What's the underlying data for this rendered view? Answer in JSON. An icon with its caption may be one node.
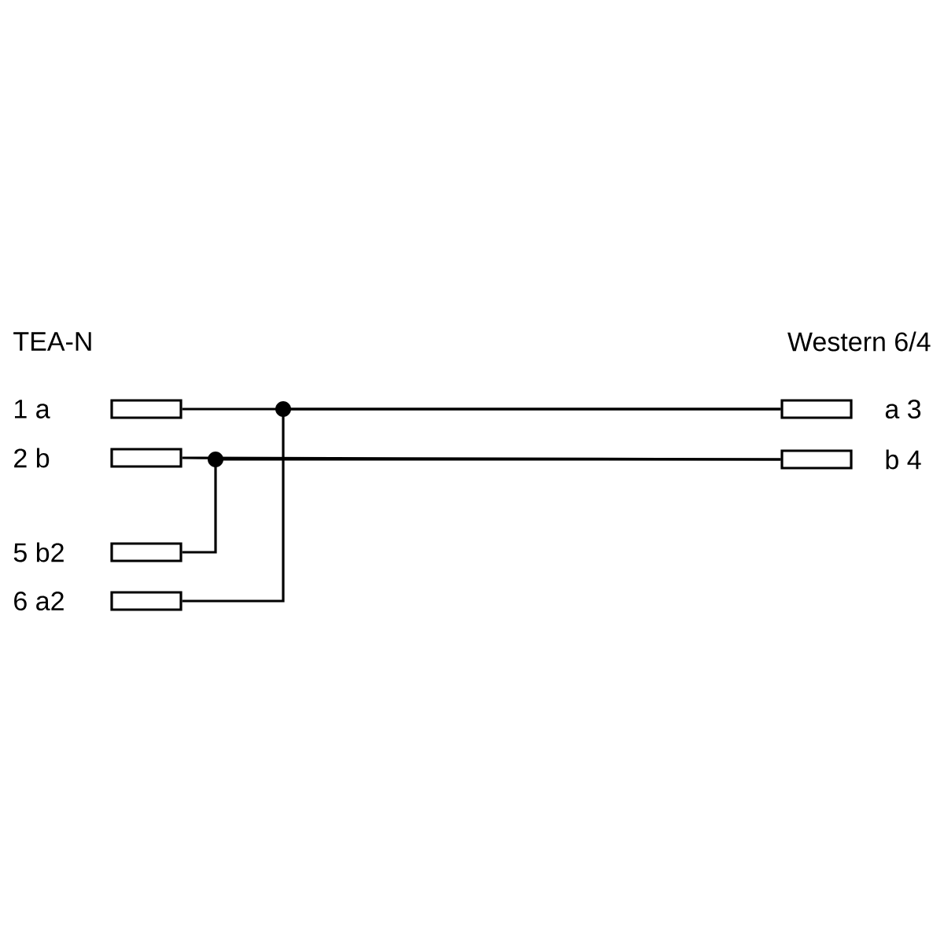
{
  "diagram": {
    "nodes": [
      {
        "text": [],
        "shape": "box",
        "beside": [
          "1 a"
        ]
      },
      {
        "text": [],
        "shape": "box",
        "beside": [
          "2 b"
        ]
      },
      {
        "text": [],
        "shape": "box",
        "beside": [
          "5 b2"
        ]
      },
      {
        "text": [],
        "shape": "box",
        "beside": [
          "6 a2"
        ]
      },
      {
        "text": [],
        "shape": "box",
        "beside": [
          "a 3"
        ]
      },
      {
        "text": [],
        "shape": "box",
        "beside": [
          "b 4"
        ]
      }
    ],
    "edges": [
      {
        "from": 0,
        "to": 4,
        "arrow": "none"
      },
      {
        "from": 3,
        "to": 4,
        "arrow": "none"
      },
      {
        "from": 1,
        "to": 5,
        "arrow": "none"
      },
      {
        "from": 2,
        "to": 5,
        "arrow": "none"
      }
    ],
    "labels": [
      "TEA-N",
      "Western 6/4"
    ]
  }
}
